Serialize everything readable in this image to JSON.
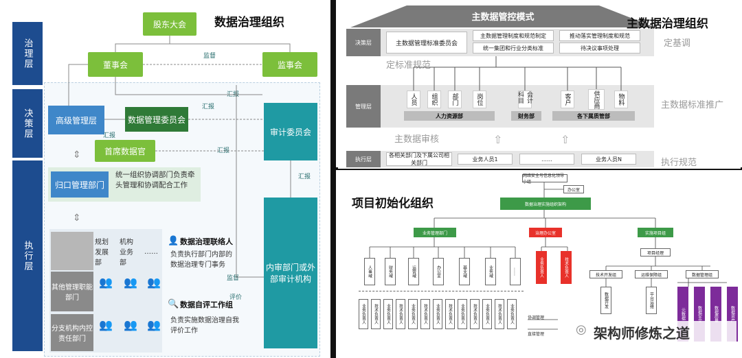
{
  "left": {
    "title": "数据治理组织",
    "layers": [
      "治理层",
      "决策层",
      "执行层"
    ],
    "nodes": {
      "shareholders": "股东大会",
      "board": "董事会",
      "supervisors": "监事会",
      "senior_mgmt": "高级管理层",
      "dm_committee": "数据管理委员会",
      "cdo": "首席数据官",
      "audit_committee": "审计委员会",
      "central_dept": "归口管理部门",
      "central_desc": "统一组织协调部门负责牵头管理和协调配合工作",
      "internal_audit": "内审部门或外部审计机构",
      "other_depts": "其他管理职能部门",
      "branch_depts": "分支机构内控责任部门",
      "col_plan": "规划发展部",
      "col_biz": "机构业务部",
      "col_more": "……",
      "liaison_title": "数据治理联络人",
      "liaison_desc": "负责执行部门内部的数据治理专门事务",
      "self_eval_title": "数据自评工作组",
      "self_eval_desc": "负责实施数据治理自我评价工作"
    },
    "edge_labels": {
      "supervise1": "监督",
      "report1": "汇报",
      "report2": "汇报",
      "report3": "汇报",
      "report4": "汇报",
      "report5": "汇报",
      "supervise2": "监督",
      "evaluate": "评价"
    }
  },
  "top_right": {
    "title": "主数据治理组织",
    "roof": "主数据管控模式",
    "rows": [
      "决策层",
      "管理层",
      "执行层"
    ],
    "decision_cells": [
      "主数据管理标准委员会",
      "主数据管理制度和规范制定",
      "统一集团和行业分类标准",
      "推动落实管理制度和规范",
      "待决议事项处理"
    ],
    "side_labels": [
      "定基调",
      "主数据标准推广",
      "执行规范"
    ],
    "grey_labels": [
      "定标准规范",
      "主数据审核"
    ],
    "hr_items": [
      "人员",
      "组织",
      "部门",
      "岗位"
    ],
    "fin_items": [
      "会计科目"
    ],
    "biz_items": [
      "客户",
      "供应商",
      "物料"
    ],
    "depts": [
      "人力资源部",
      "财务部",
      "各下属质管部"
    ],
    "exec_cells": [
      "各相关部门及下属公司相关部门",
      "业务人员1",
      "……",
      "业务人员N"
    ]
  },
  "bottom_right": {
    "title": "项目初始化组织",
    "top_node": "网络安全与信息化领导小组",
    "office": "办公室",
    "main_bar": "数据治理实施组织架构",
    "groups": [
      "业务管理部门",
      "治理办公室",
      "实施项目组"
    ],
    "biz_items": [
      "人事域",
      "财务域",
      "运营域",
      "办公室",
      "基业域",
      "业务域",
      "……"
    ],
    "biz_roles": [
      "业务负责人",
      "技术负责人"
    ],
    "red_items": [
      "业务负责人",
      "技术负责人"
    ],
    "pm": "项目经理",
    "sub_groups": [
      "技术开发组",
      "运维保障组",
      "数据管理组"
    ],
    "sub_items": [
      "数据开发",
      "平台运维"
    ],
    "purple_items": [
      "元数据",
      "数据安全",
      "数据质量",
      "数据资产"
    ],
    "legend": [
      "协调管理",
      "直接管理"
    ],
    "watermark": "架构师修炼之道"
  }
}
